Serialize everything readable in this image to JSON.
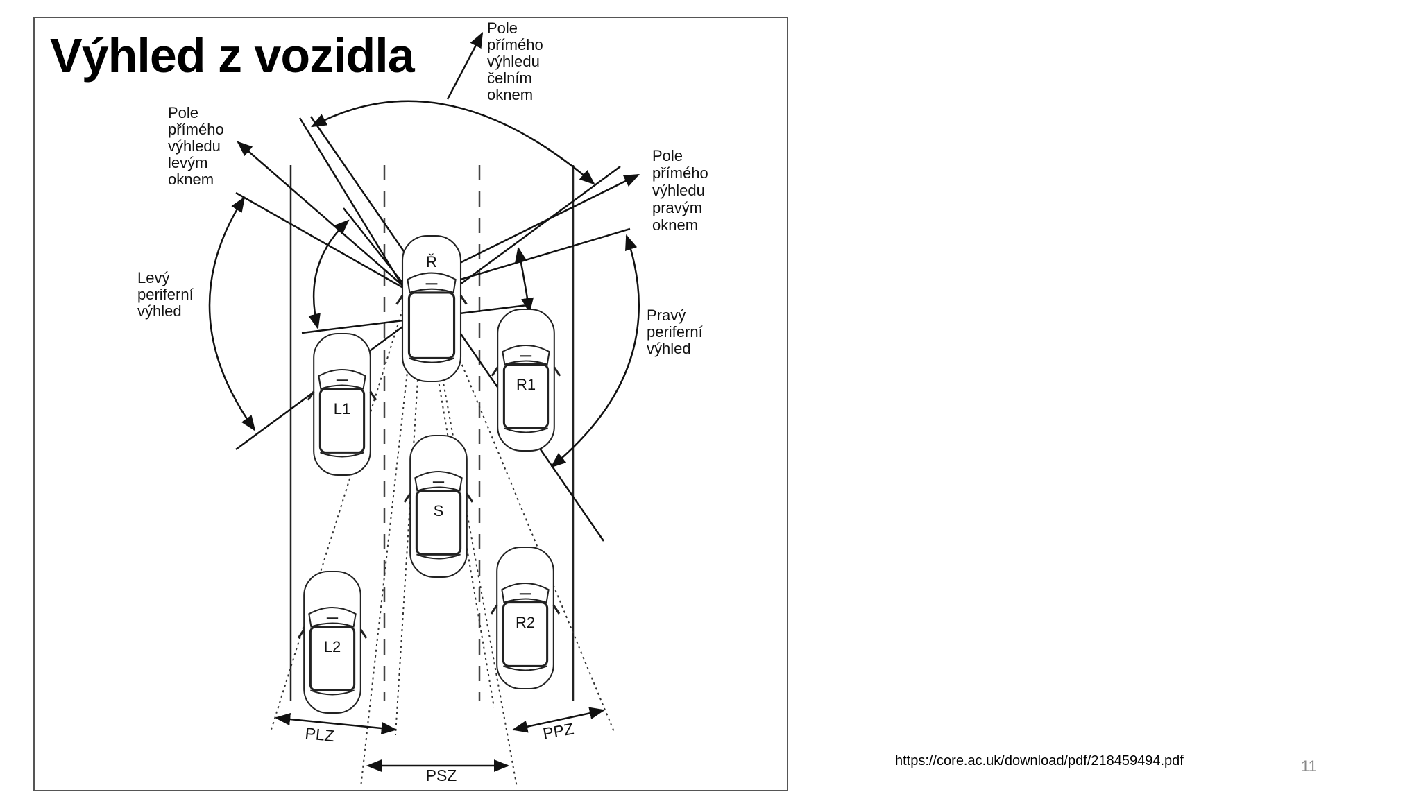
{
  "slide": {
    "title": "Výhled z vozidla",
    "source_url": "https://core.ac.uk/download/pdf/218459494.pdf",
    "slide_number": "11"
  },
  "diagram": {
    "labels": {
      "front_field": [
        "Pole",
        "přímého",
        "výhledu",
        "čelním",
        "oknem"
      ],
      "left_field": [
        "Pole",
        "přímého",
        "výhledu",
        "levým",
        "oknem"
      ],
      "right_field": [
        "Pole",
        "přímého",
        "výhledu",
        "pravým",
        "oknem"
      ],
      "left_peripheral": [
        "Levý",
        "periferní",
        "výhled"
      ],
      "right_peripheral": [
        "Pravý",
        "periferní",
        "výhled"
      ]
    },
    "cars": [
      {
        "id": "R",
        "label": "Ř"
      },
      {
        "id": "L1",
        "label": "L1"
      },
      {
        "id": "R1",
        "label": "R1"
      },
      {
        "id": "S",
        "label": "S"
      },
      {
        "id": "L2",
        "label": "L2"
      },
      {
        "id": "R2",
        "label": "R2"
      }
    ],
    "zones": {
      "left": "PLZ",
      "center": "PSZ",
      "right": "PPZ"
    }
  }
}
